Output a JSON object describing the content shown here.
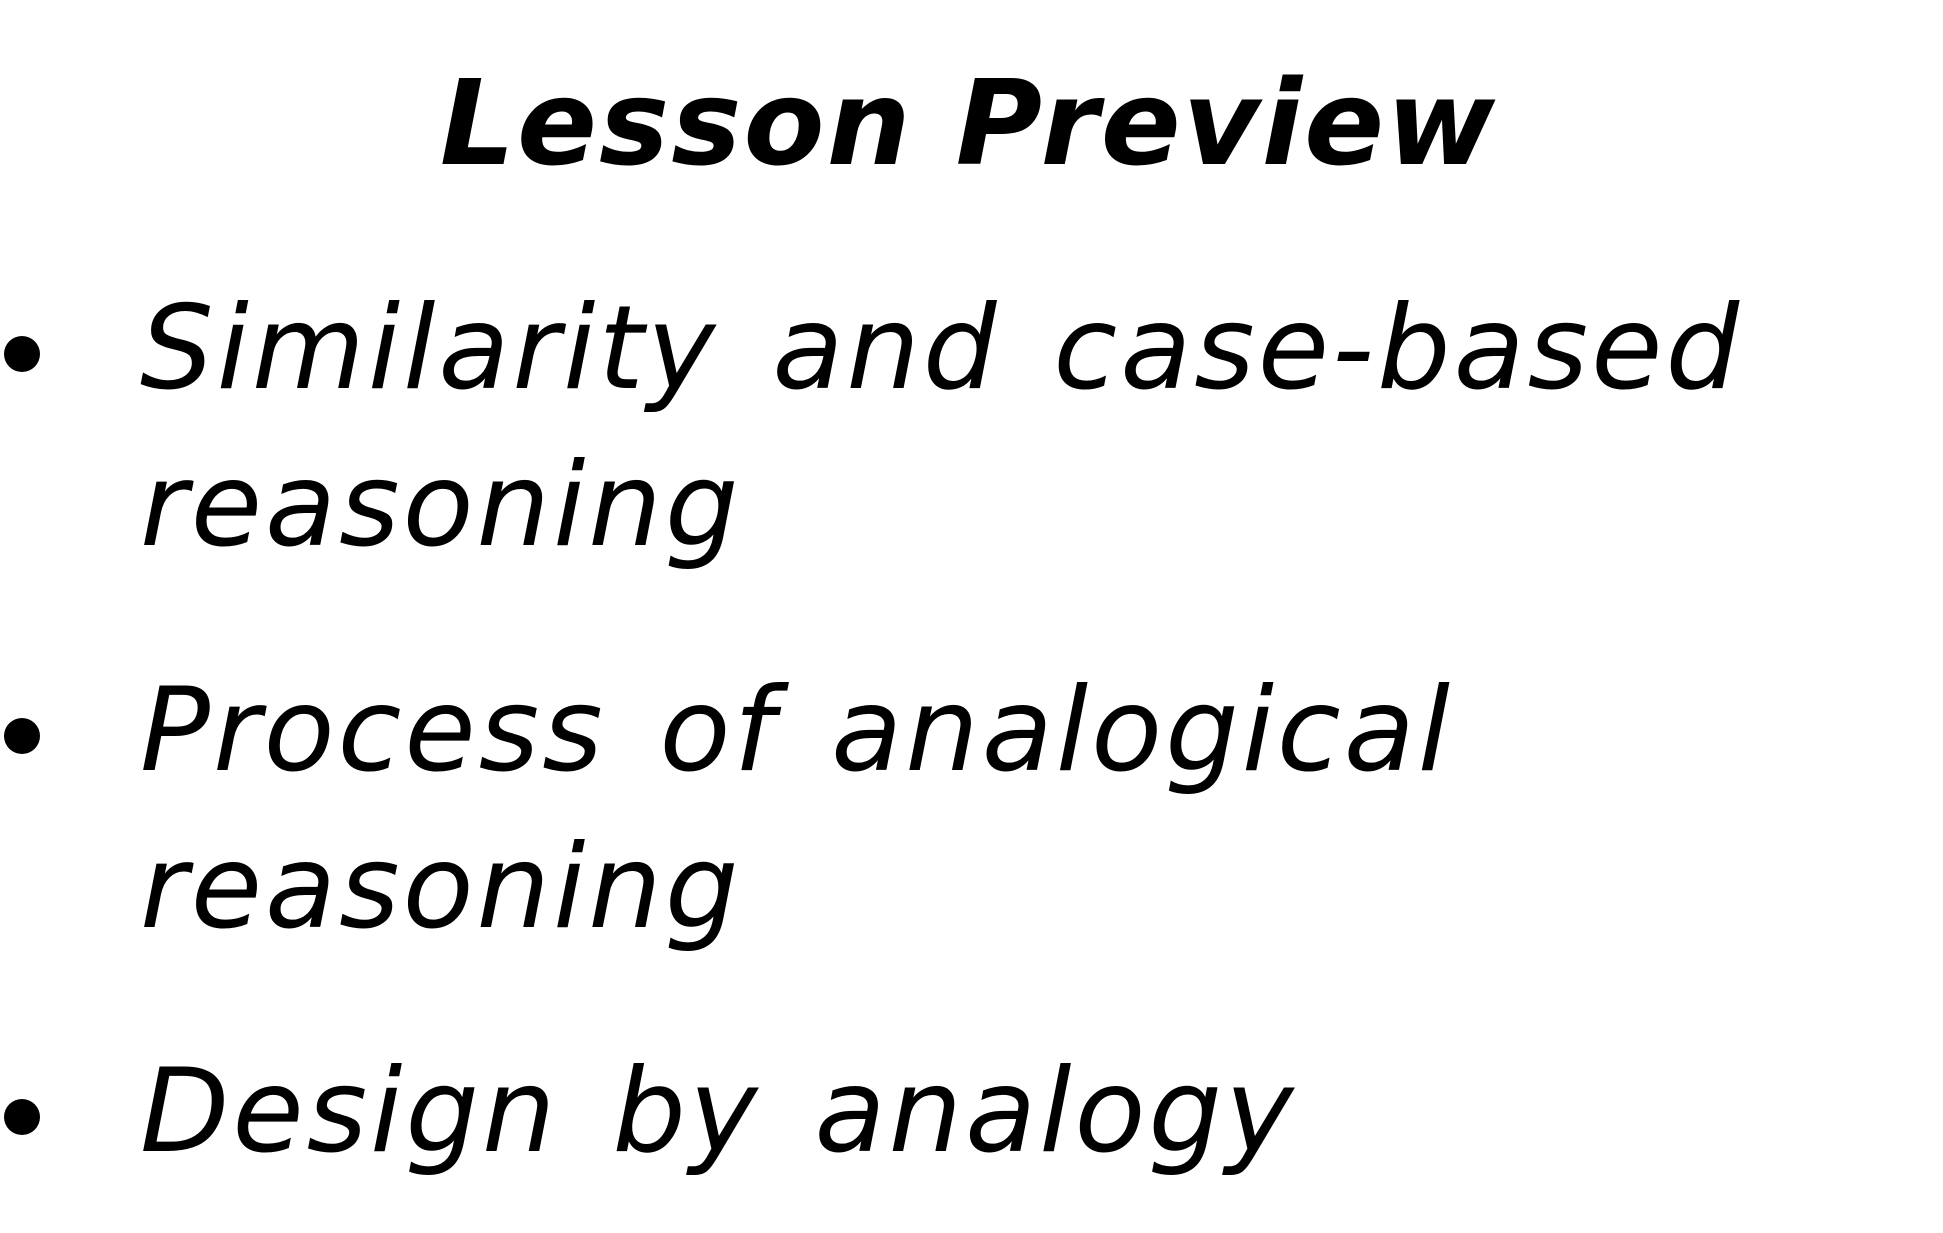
{
  "slide": {
    "title": "Lesson Preview",
    "bullets": [
      {
        "text": "Similarity and case-based reasoning"
      },
      {
        "text": "Process of analogical reasoning"
      },
      {
        "text": "Design by analogy"
      }
    ]
  }
}
